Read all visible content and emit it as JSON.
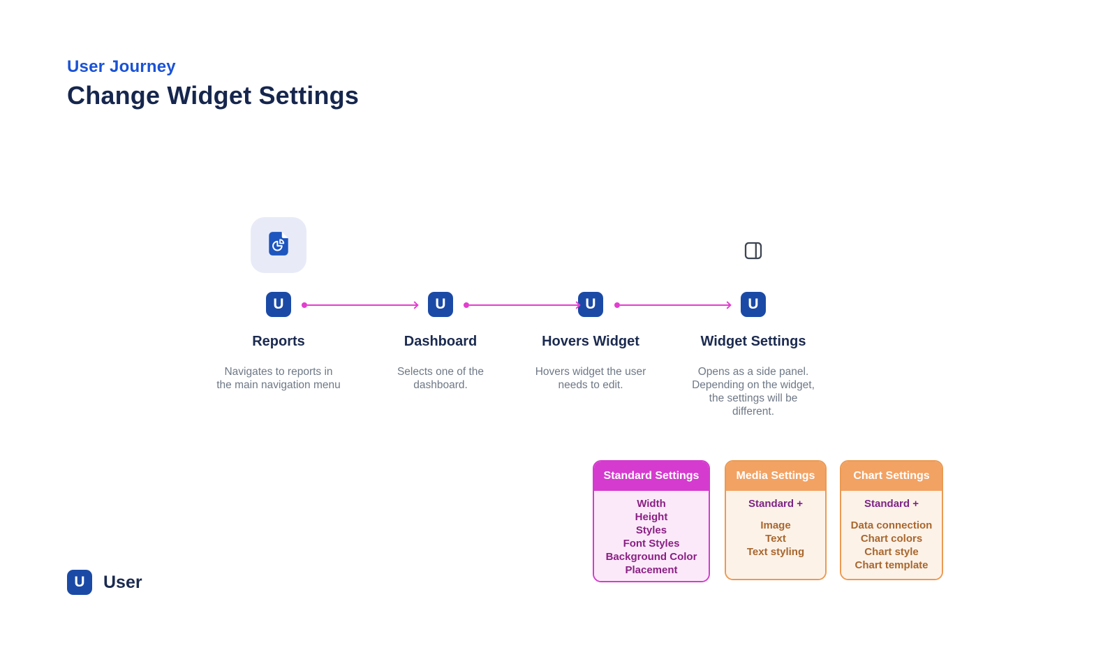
{
  "header": {
    "eyebrow": "User Journey",
    "title": "Change Widget Settings"
  },
  "steps": [
    {
      "badge": "U",
      "label": "Reports",
      "description": "Navigates to reports in the main navigation menu",
      "icon": "report-document-icon"
    },
    {
      "badge": "U",
      "label": "Dashboard",
      "description": "Selects one of the dashboard.",
      "icon": null
    },
    {
      "badge": "U",
      "label": "Hovers Widget",
      "description": "Hovers widget the user needs to edit.",
      "icon": null
    },
    {
      "badge": "U",
      "label": "Widget Settings",
      "description": "Opens as a side panel. Depending on the widget, the settings will be different.",
      "icon": "side-panel-icon"
    }
  ],
  "cards": [
    {
      "title": "Standard Settings",
      "theme": "magenta",
      "lead": null,
      "items": [
        "Width",
        "Height",
        "Styles",
        "Font Styles",
        "Background Color",
        "Placement"
      ]
    },
    {
      "title": "Media Settings",
      "theme": "orange",
      "lead": "Standard +",
      "items": [
        "Image",
        "Text",
        "Text styling"
      ]
    },
    {
      "title": "Chart Settings",
      "theme": "orange",
      "lead": "Standard +",
      "items": [
        "Data connection",
        "Chart colors",
        "Chart style",
        "Chart template"
      ]
    }
  ],
  "legend": {
    "badge": "U",
    "label": "User"
  },
  "colors": {
    "eyebrow_blue": "#1A52D6",
    "title_navy": "#16264D",
    "badge_blue": "#1B4AA6",
    "arrow_magenta": "#E23ECF",
    "tile_background": "#E8EBF7",
    "description_gray": "#6E7886",
    "standard_header": "#D43BCE",
    "standard_body": "#FBE9FA",
    "standard_text": "#8A2083",
    "media_chart_header": "#F2A263",
    "media_chart_body": "#FDF2E8",
    "media_chart_text": "#A8672E",
    "standard_plus_text": "#7C2386"
  }
}
